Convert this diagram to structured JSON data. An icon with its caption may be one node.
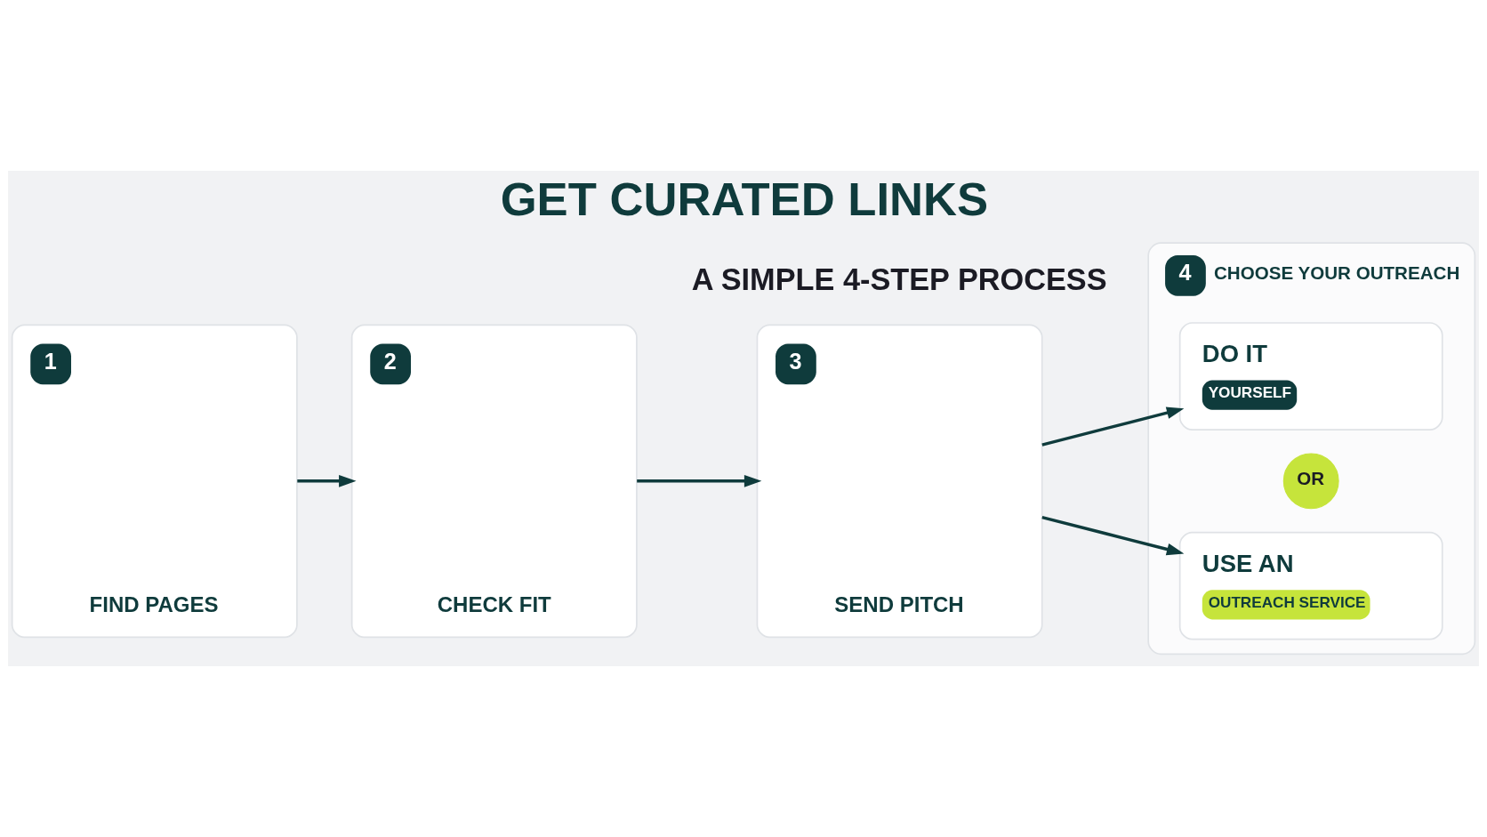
{
  "diagram": {
    "title": "GET CURATED LINKS",
    "nodes": [
      {
        "text": [
          "1",
          "FIND PAGES"
        ]
      },
      {
        "text": [
          "2",
          "CHECK FIT"
        ]
      },
      {
        "text": [
          "3",
          "SEND PITCH"
        ]
      },
      {
        "text": [
          "4",
          "CHOOSE YOUR OUTREACH"
        ]
      },
      {
        "text": [
          "DO IT",
          "YOURSELF"
        ],
        "in": 3
      },
      {
        "text": [
          "OR"
        ],
        "in": 3
      },
      {
        "text": [
          "USE AN",
          "OUTREACH SERVICE"
        ],
        "in": 3
      }
    ],
    "edges": [
      {
        "from": 0,
        "to": 1,
        "arrow": "to"
      },
      {
        "from": 1,
        "to": 2,
        "arrow": "to"
      },
      {
        "from": 2,
        "to": 4,
        "arrow": "to"
      },
      {
        "from": 2,
        "to": 6,
        "arrow": "to"
      }
    ],
    "labels": [
      "A SIMPLE 4-STEP PROCESS"
    ]
  }
}
